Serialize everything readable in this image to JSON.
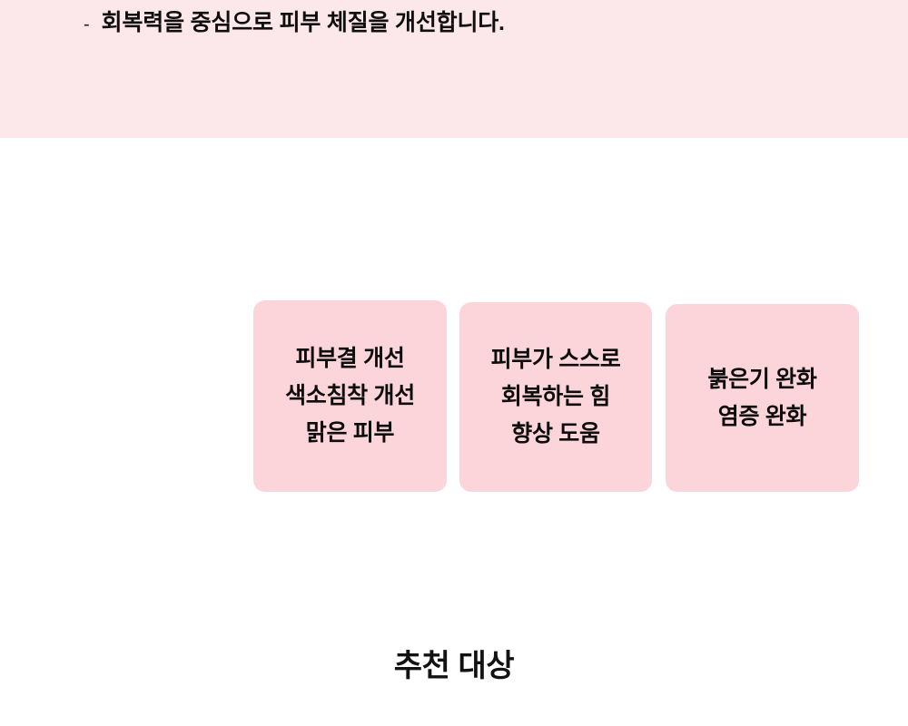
{
  "banner": {
    "bullet_marker": "-",
    "text": "회복력을 중심으로 피부 체질을 개선합니다.",
    "background_color": "#fce8ea"
  },
  "cards": {
    "background_color": "#fcd5db",
    "items": [
      {
        "id": "card-skin-texture",
        "lines": [
          "피부결 개선",
          "색소침착 개선",
          "맑은 피부"
        ],
        "text": "피부결 개선\n색소침착 개선\n맑은 피부"
      },
      {
        "id": "card-self-recovery",
        "lines": [
          "피부가 스스로",
          "회복하는 힘",
          "향상 도움"
        ],
        "text": "피부가 스스로\n회복하는 힘\n향상 도움"
      },
      {
        "id": "card-redness-relief",
        "lines": [
          "붉은기 완화",
          "염증 완화"
        ],
        "text": "붉은기 완화\n염증 완화"
      }
    ]
  },
  "section": {
    "heading": "추천 대상"
  }
}
